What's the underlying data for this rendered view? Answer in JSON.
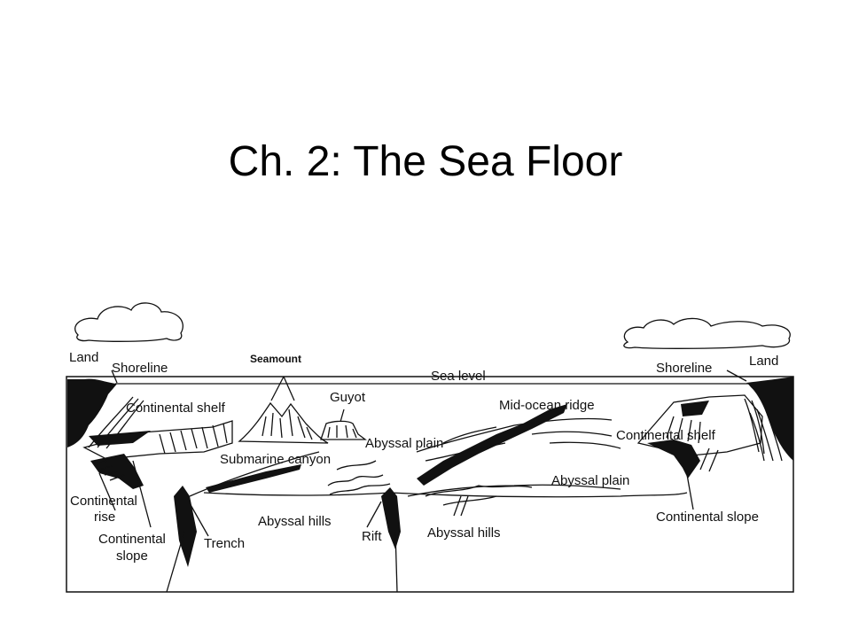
{
  "slide": {
    "title": "Ch. 2: The Sea Floor"
  },
  "diagram": {
    "labels": {
      "land_left": "Land",
      "shoreline_left": "Shoreline",
      "seamount": "Seamount",
      "continental_shelf_left": "Continental shelf",
      "guyot": "Guyot",
      "sea_level": "Sea level",
      "mid_ocean_ridge": "Mid-ocean ridge",
      "shoreline_right": "Shoreline",
      "land_right": "Land",
      "abyssal_plain_top": "Abyssal plain",
      "submarine_canyon": "Submarine canyon",
      "continental_shelf_right": "Continental shelf",
      "continental_rise_1": "Continental",
      "continental_rise_2": "rise",
      "abyssal_plain_right": "Abyssal plain",
      "abyssal_hills_left": "Abyssal hills",
      "continental_slope_left_1": "Continental",
      "continental_slope_left_2": "slope",
      "trench": "Trench",
      "rift": "Rift",
      "abyssal_hills_right": "Abyssal hills",
      "continental_slope_right": "Continental slope"
    }
  }
}
